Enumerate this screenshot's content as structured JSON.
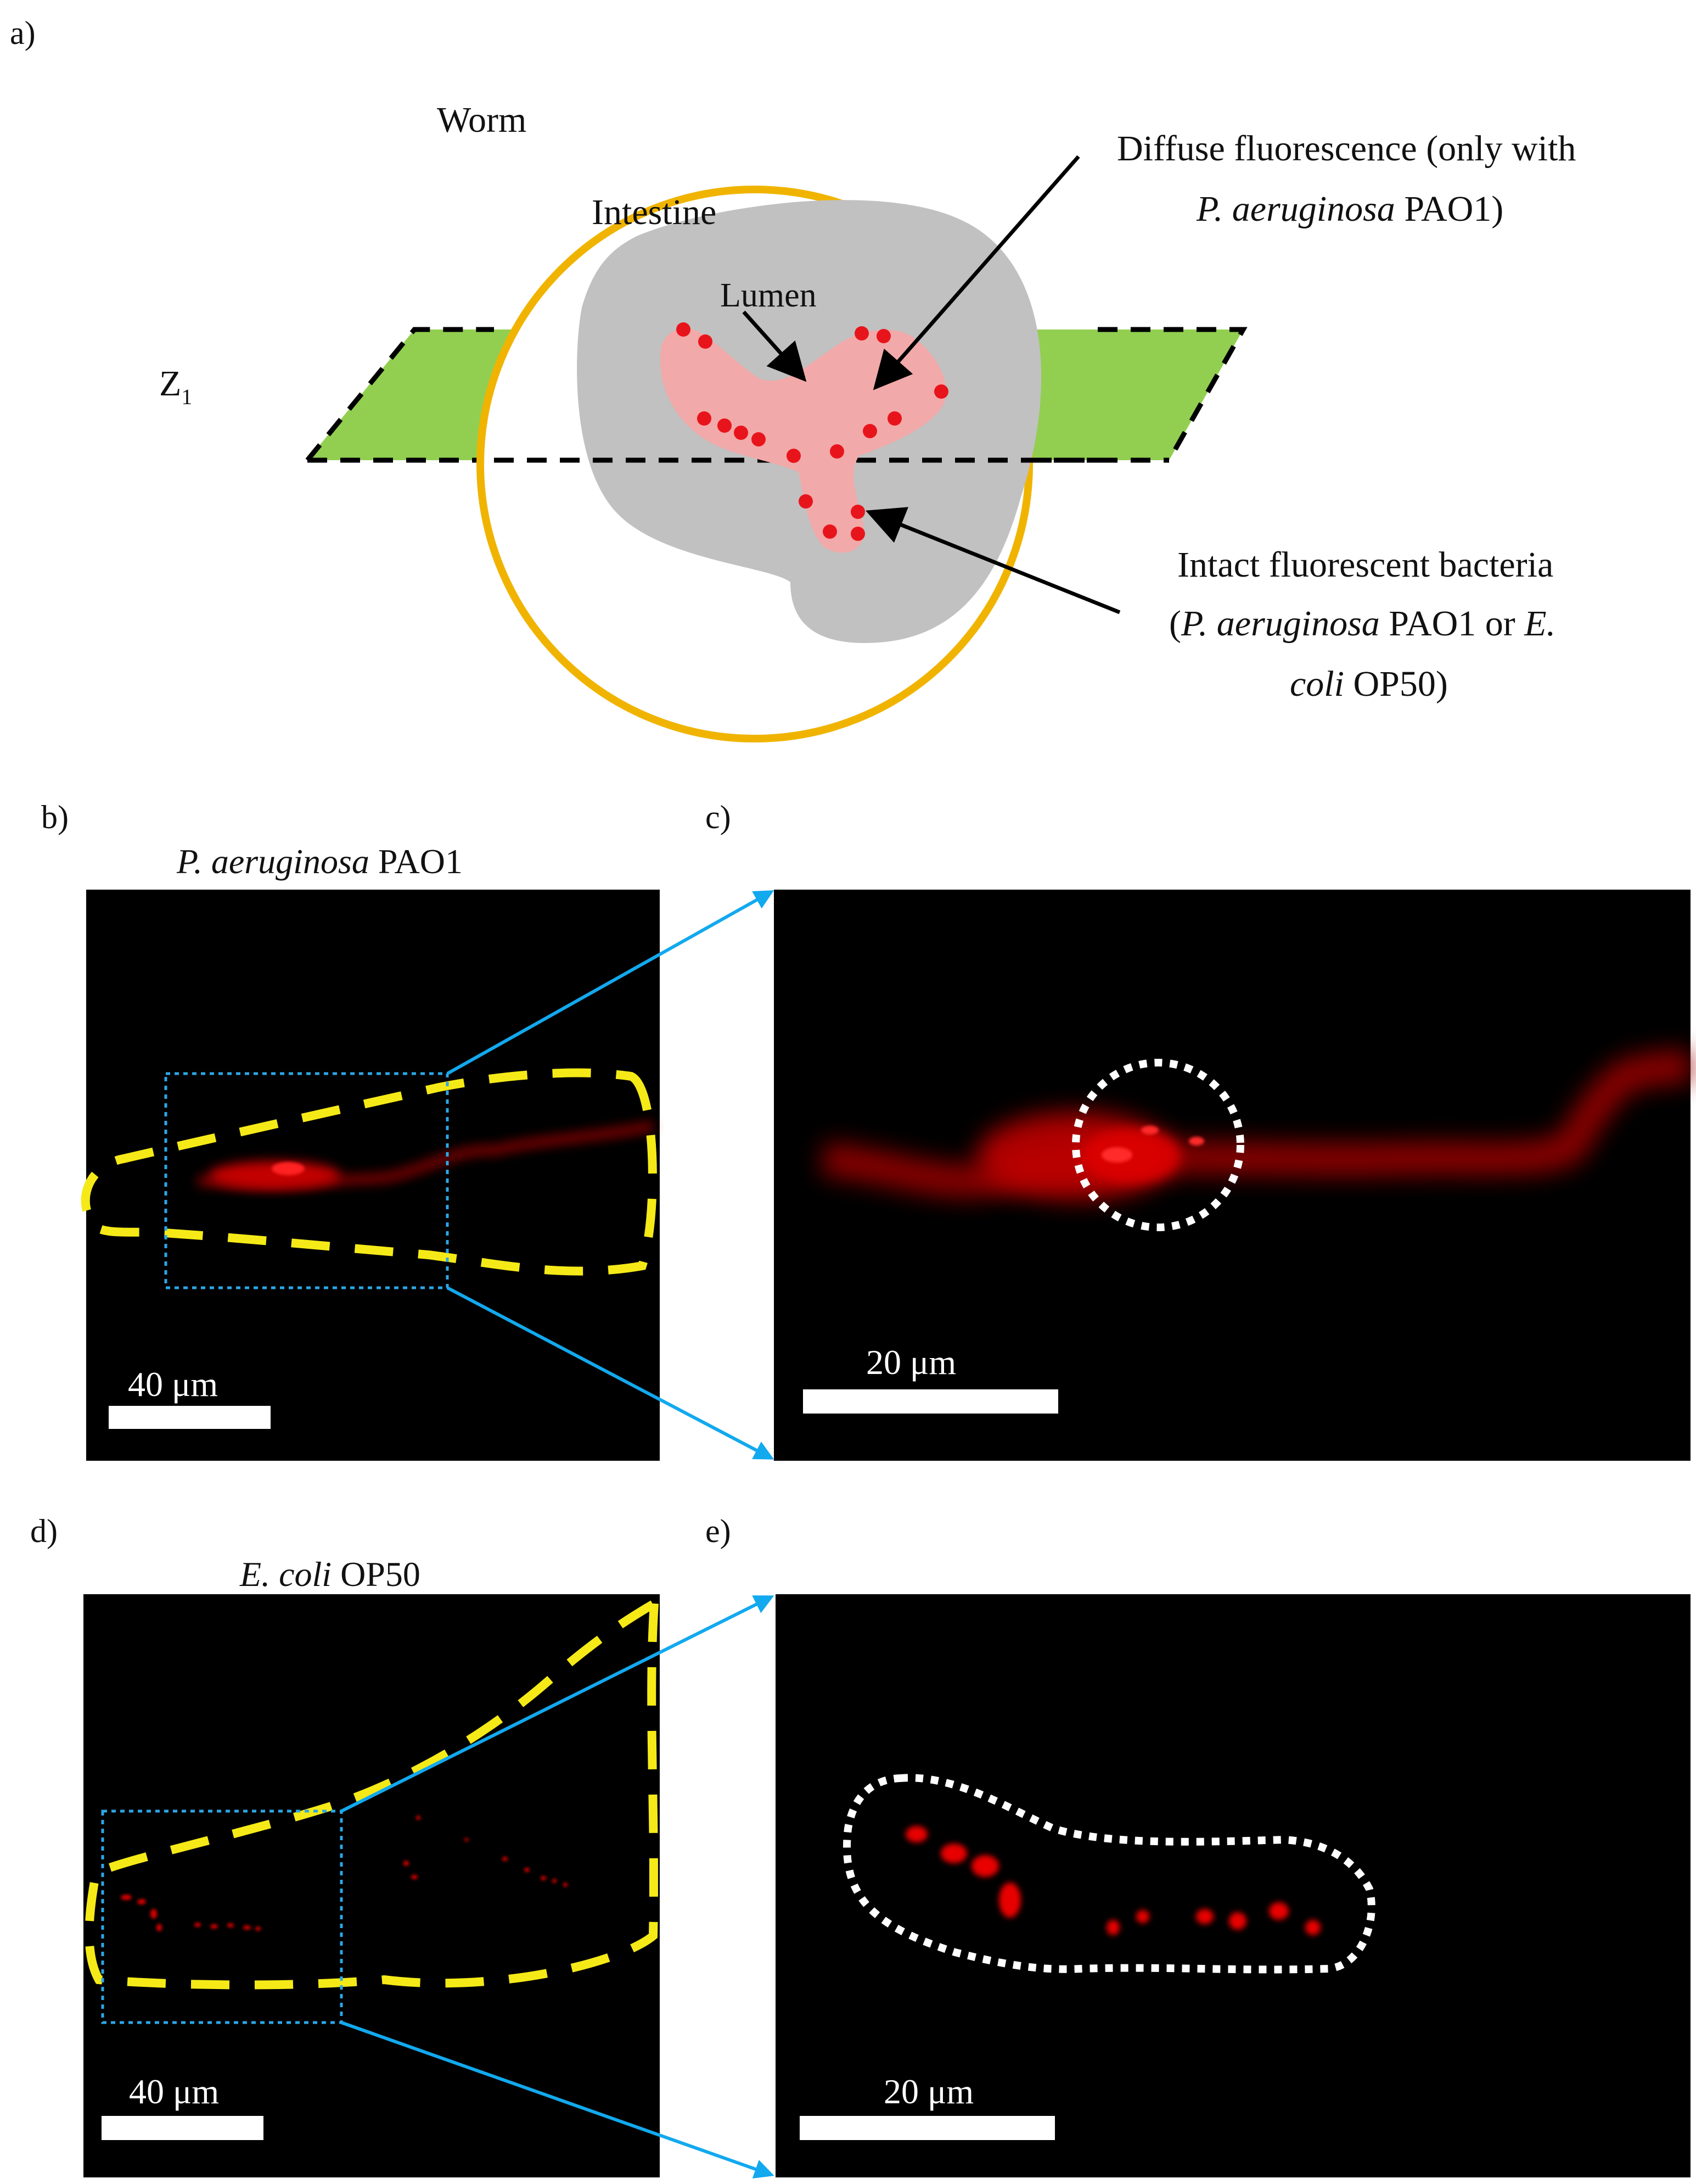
{
  "panel_labels": {
    "a": "a)",
    "b": "b)",
    "c": "c)",
    "d": "d)",
    "e": "e)"
  },
  "schematic": {
    "worm": "Worm",
    "intestine": "Intestine",
    "lumen": "Lumen",
    "plane_label": "Z",
    "plane_sub": "1",
    "diffuse_line1": "Diffuse fluorescence (only with",
    "diffuse_line2_italic": "P. aeruginosa",
    "diffuse_line2_rest": " PAO1)",
    "intact_line1": "Intact fluorescent bacteria",
    "intact_line2_open": "(",
    "intact_line2_italic": "P. aeruginosa",
    "intact_line2_mid": " PAO1 or ",
    "intact_line2_italic2": "E.",
    "intact_line3_italic": "coli",
    "intact_line3_rest": " OP50)"
  },
  "panel_b": {
    "title_italic": "P. aeruginosa",
    "title_rest": " PAO1",
    "scale": "40 μm"
  },
  "panel_c": {
    "scale": "20 μm"
  },
  "panel_d": {
    "title_italic": "E. coli",
    "title_rest": " OP50",
    "scale": "40 μm"
  },
  "panel_e": {
    "scale": "20 μm"
  },
  "colors": {
    "worm_ring": "#f0b400",
    "intestine": "#c1c1c1",
    "lumen": "#f2a9a9",
    "bacteria": "#e8141c",
    "plane": "#92cf50",
    "outline": "#f5ea17",
    "zoom_box": "#2ba7e6",
    "zoom_line": "#12a9ee"
  }
}
